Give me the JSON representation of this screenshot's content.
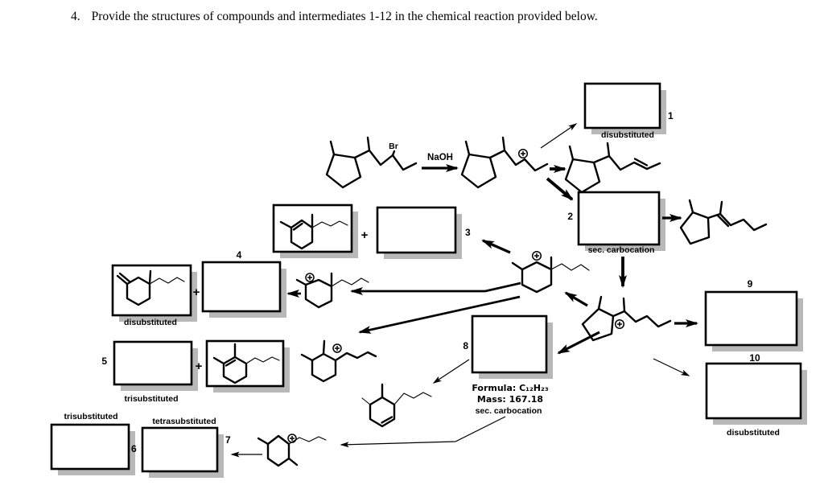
{
  "question": {
    "number": "4.",
    "text": "Provide the structures of compounds and intermediates 1-12 in the chemical reaction provided below."
  },
  "reagents": {
    "naoh": "NaOH",
    "br": "Br",
    "plus": "+"
  },
  "boxes": {
    "1": {
      "number": "1",
      "caption": "disubstituted"
    },
    "2": {
      "number": "2",
      "caption": "sec. carbocation"
    },
    "3": {
      "number": "3"
    },
    "4": {
      "number": "4"
    },
    "5": {
      "number": "5",
      "caption": "trisubstituted"
    },
    "6": {
      "number": "6",
      "caption": "trisubstituted"
    },
    "7": {
      "number": "7",
      "caption": "tetrasubstituted"
    },
    "8": {
      "number": "8",
      "formula": "Formula: C₁₂H₂₃",
      "mass": "Mass: 167.18",
      "note": "sec. carbocation"
    },
    "9": {
      "number": "9"
    },
    "10": {
      "number": "10",
      "caption": "disubstituted"
    }
  },
  "compound_captions": {
    "methylenecyclohexane": "disubstituted"
  }
}
